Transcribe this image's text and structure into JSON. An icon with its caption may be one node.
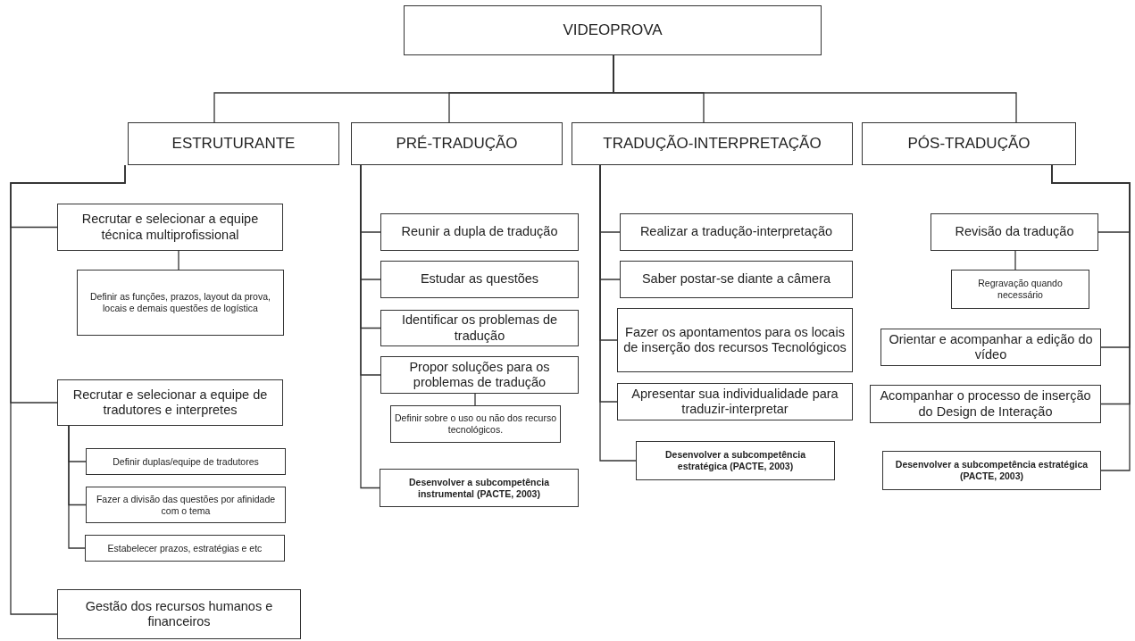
{
  "diagram": {
    "nodes": [
      {
        "text": [
          "VIDEOPROVA"
        ]
      },
      {
        "text": [
          "ESTRUTURANTE"
        ]
      },
      {
        "text": [
          "PRÉ-TRADUÇÃO"
        ]
      },
      {
        "text": [
          "TRADUÇÃO-INTERPRETAÇÃO"
        ]
      },
      {
        "text": [
          "PÓS-TRADUÇÃO"
        ]
      },
      {
        "text": [
          "Recrutar e selecionar a equipe técnica multiprofissional"
        ]
      },
      {
        "text": [
          "Definir as funções, prazos, layout da prova, locais e demais questões  de logística"
        ]
      },
      {
        "text": [
          "Recrutar e selecionar a equipe de tradutores e interpretes"
        ]
      },
      {
        "text": [
          "Definir duplas/equipe  de tradutores"
        ]
      },
      {
        "text": [
          "Fazer a divisão das questões por afinidade com o tema"
        ]
      },
      {
        "text": [
          "Estabelecer prazos, estratégias e etc"
        ]
      },
      {
        "text": [
          "Gestão dos recursos humanos e financeiros"
        ]
      },
      {
        "text": [
          "Reunir a dupla de tradução"
        ]
      },
      {
        "text": [
          "Estudar as questões"
        ]
      },
      {
        "text": [
          "Identificar os problemas de tradução"
        ]
      },
      {
        "text": [
          "Propor soluções para os problemas de tradução"
        ]
      },
      {
        "text": [
          "Definir sobre o uso ou não dos recurso tecnológicos."
        ]
      },
      {
        "text": [
          "Desenvolver a subcompetência instrumental (PACTE, 2003)"
        ]
      },
      {
        "text": [
          "Realizar a tradução-interpretação"
        ]
      },
      {
        "text": [
          "Saber postar-se diante a câmera"
        ]
      },
      {
        "text": [
          "Fazer os apontamentos para os locais de inserção dos recursos Tecnológicos"
        ]
      },
      {
        "text": [
          "Apresentar sua individualidade para traduzir-interpretar"
        ]
      },
      {
        "text": [
          "Desenvolver a subcompetência estratégica (PACTE, 2003)"
        ]
      },
      {
        "text": [
          "Revisão da tradução"
        ]
      },
      {
        "text": [
          "Regravação quando necessário"
        ]
      },
      {
        "text": [
          "Orientar e acompanhar a edição do vídeo"
        ]
      },
      {
        "text": [
          "Acompanhar o processo de inserção do Design de Interação"
        ]
      },
      {
        "text": [
          "Desenvolver a subcompetência estratégica (PACTE, 2003)"
        ]
      }
    ],
    "edges": [
      {
        "from": 0,
        "to": 1,
        "arrow": "none"
      },
      {
        "from": 0,
        "to": 2,
        "arrow": "none"
      },
      {
        "from": 0,
        "to": 3,
        "arrow": "none"
      },
      {
        "from": 0,
        "to": 4,
        "arrow": "none"
      },
      {
        "from": 1,
        "to": 5,
        "arrow": "none"
      },
      {
        "from": 5,
        "to": 6,
        "arrow": "none"
      },
      {
        "from": 1,
        "to": 7,
        "arrow": "none"
      },
      {
        "from": 7,
        "to": 8,
        "arrow": "none"
      },
      {
        "from": 7,
        "to": 9,
        "arrow": "none"
      },
      {
        "from": 7,
        "to": 10,
        "arrow": "none"
      },
      {
        "from": 1,
        "to": 11,
        "arrow": "none"
      },
      {
        "from": 2,
        "to": 12,
        "arrow": "none"
      },
      {
        "from": 2,
        "to": 13,
        "arrow": "none"
      },
      {
        "from": 2,
        "to": 14,
        "arrow": "none"
      },
      {
        "from": 2,
        "to": 15,
        "arrow": "none"
      },
      {
        "from": 15,
        "to": 16,
        "arrow": "none"
      },
      {
        "from": 2,
        "to": 17,
        "arrow": "none"
      },
      {
        "from": 3,
        "to": 18,
        "arrow": "none"
      },
      {
        "from": 3,
        "to": 19,
        "arrow": "none"
      },
      {
        "from": 3,
        "to": 20,
        "arrow": "none"
      },
      {
        "from": 3,
        "to": 21,
        "arrow": "none"
      },
      {
        "from": 3,
        "to": 22,
        "arrow": "none"
      },
      {
        "from": 4,
        "to": 23,
        "arrow": "none"
      },
      {
        "from": 23,
        "to": 24,
        "arrow": "none"
      },
      {
        "from": 4,
        "to": 25,
        "arrow": "none"
      },
      {
        "from": 4,
        "to": 26,
        "arrow": "none"
      },
      {
        "from": 4,
        "to": 27,
        "arrow": "none"
      }
    ]
  }
}
